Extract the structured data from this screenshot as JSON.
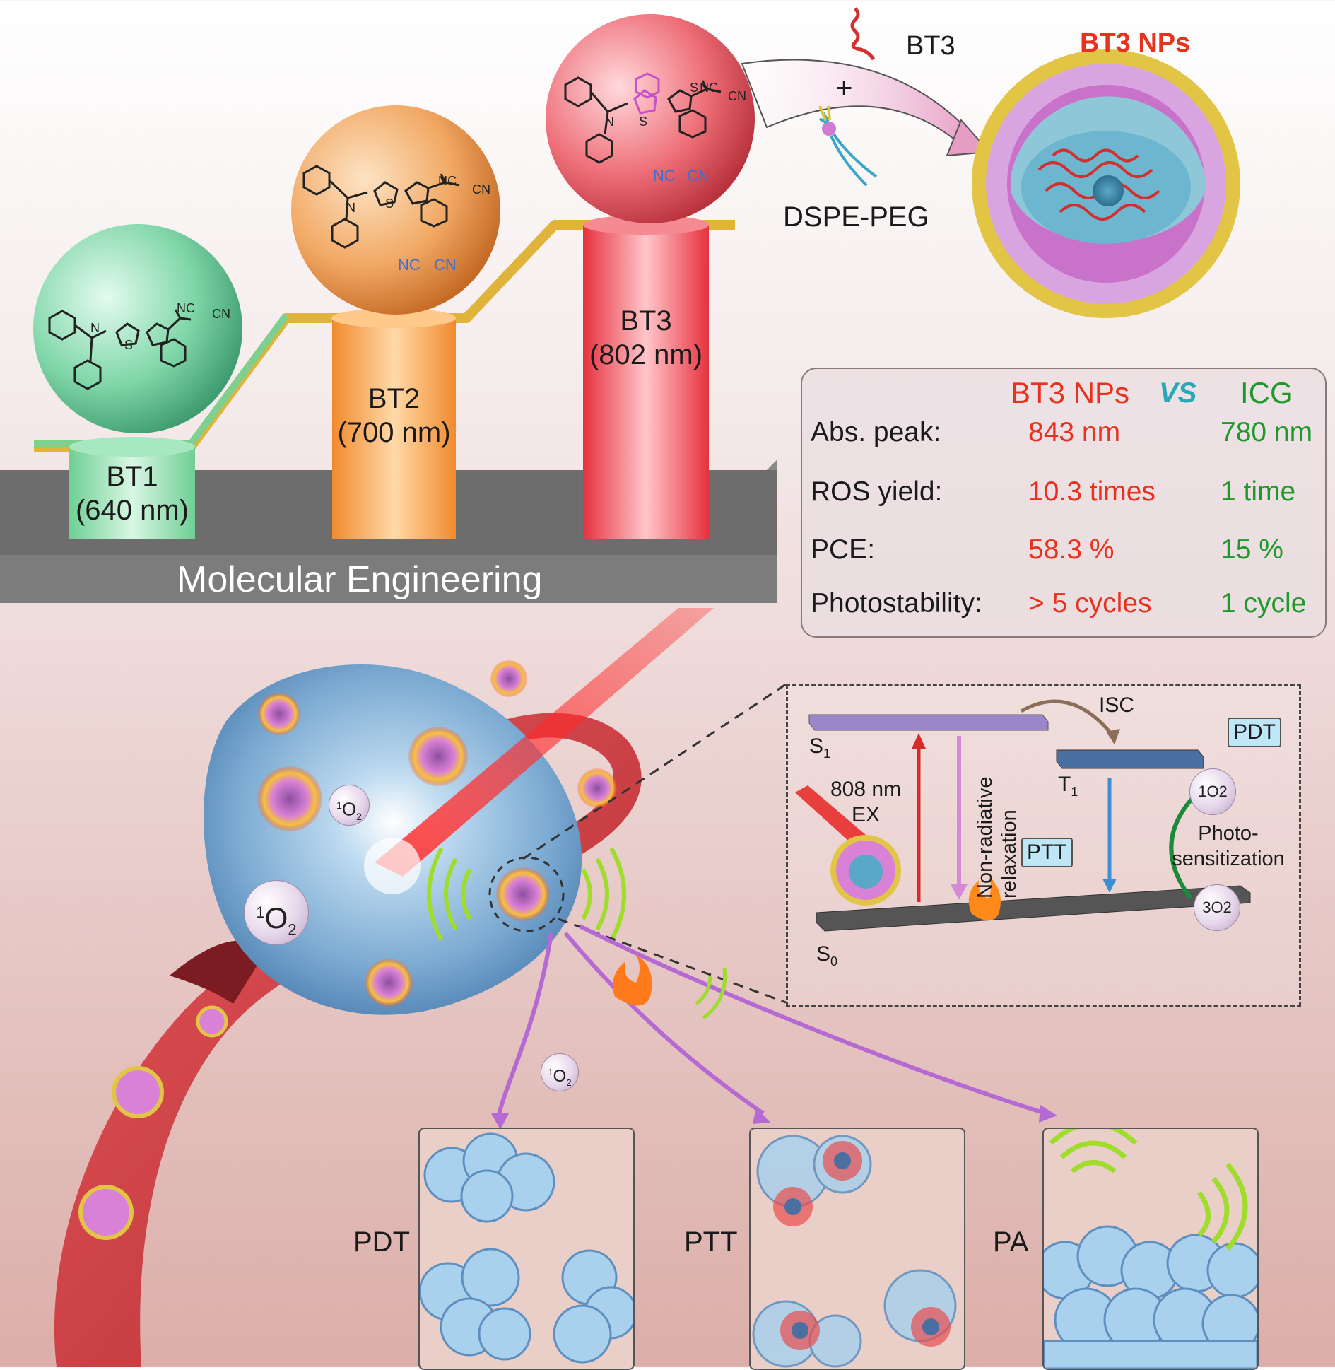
{
  "top": {
    "bt3_label": "BT3",
    "plus": "+",
    "dspe_peg": "DSPE-PEG",
    "bt3_nps_title": "BT3 NPs",
    "molecular_engineering": "Molecular Engineering"
  },
  "pillars": [
    {
      "name": "BT1",
      "wavelength": "(640 nm)",
      "color": "#8fdbb0"
    },
    {
      "name": "BT2",
      "wavelength": "(700 nm)",
      "color": "#f3a14e"
    },
    {
      "name": "BT3",
      "wavelength": "(802 nm)",
      "color": "#ef6b6f"
    }
  ],
  "molecules": {
    "s": "S",
    "n": "N",
    "nc": "NC",
    "cn": "CN"
  },
  "comparison": {
    "col_a": "BT3 NPs",
    "vs": "VS",
    "col_b": "ICG",
    "rows": [
      {
        "label": "Abs. peak:",
        "a": "843 nm",
        "b": "780 nm"
      },
      {
        "label": "ROS yield:",
        "a": "10.3 times",
        "b": "1 time"
      },
      {
        "label": "PCE:",
        "a": "58.3 %",
        "b": "15 %"
      },
      {
        "label": "Photostability:",
        "a": "> 5 cycles",
        "b": "1 cycle"
      }
    ],
    "color_a": "#e8321e",
    "color_b": "#1f9a2a"
  },
  "jablonski": {
    "s1": "S",
    "s1_sub": "1",
    "t1": "T",
    "t1_sub": "1",
    "s0": "S",
    "s0_sub": "0",
    "isc": "ISC",
    "pdt_tag": "PDT",
    "ptt_tag": "PTT",
    "ex_line1": "808 nm",
    "ex_line2": "EX",
    "nonrad_line1": "Non-radiative",
    "nonrad_line2": "relaxation",
    "photo_line1": "Photo-",
    "photo_line2": "sensitization",
    "singlet_o2": "1O2",
    "triplet_o2": "3O2"
  },
  "tumor": {
    "o2_sup": "1",
    "o2_text": "O",
    "o2_sub": "2"
  },
  "panels": [
    {
      "label": "PDT"
    },
    {
      "label": "PTT"
    },
    {
      "label": "PA"
    }
  ]
}
